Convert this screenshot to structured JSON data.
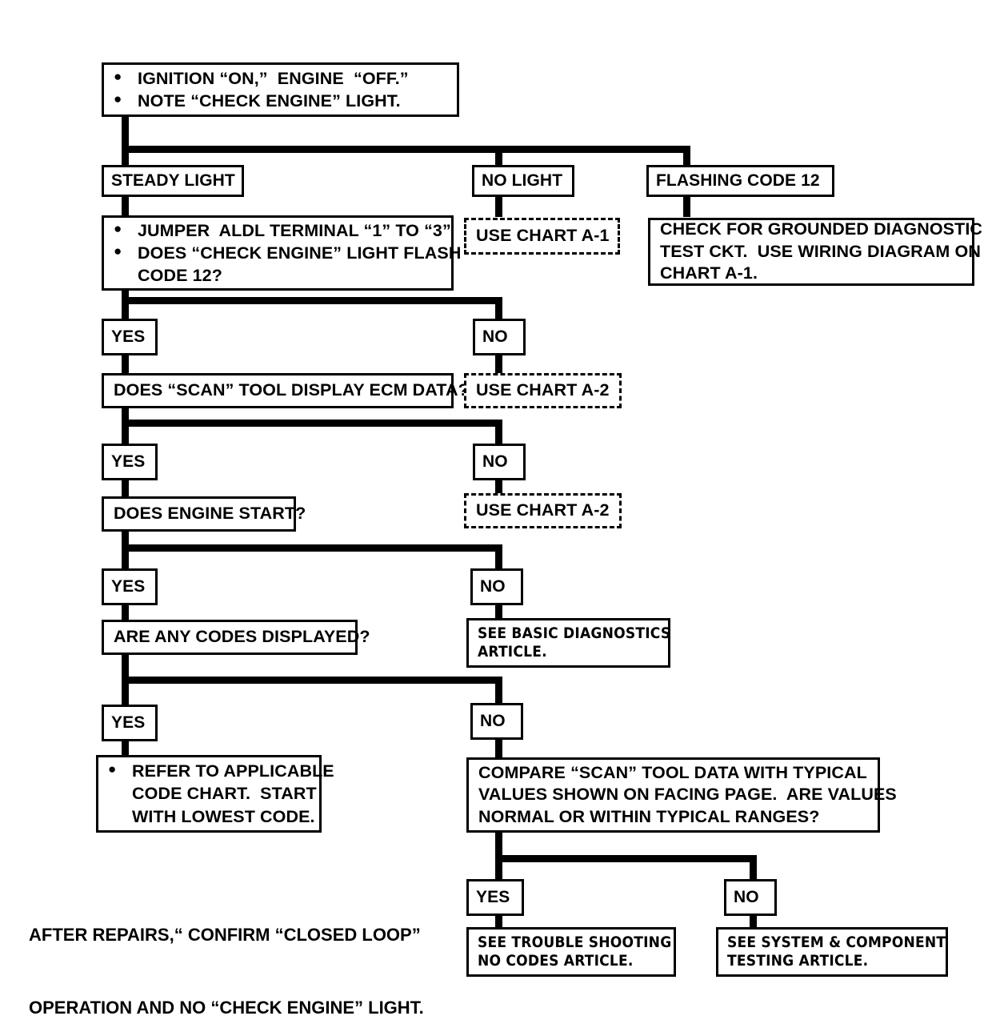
{
  "diagram": {
    "title": "Engine Diagnostic Circuit Check Flow Chart",
    "ink_color": "#000000",
    "background_color": "#ffffff"
  },
  "nodes": {
    "start": {
      "kind": "bulleted-box",
      "bullets": [
        "IGNITION “ON,”  ENGINE  “OFF.”",
        "NOTE “CHECK ENGINE” LIGHT."
      ]
    },
    "steady_light": {
      "kind": "label-box",
      "text": "STEADY LIGHT"
    },
    "no_light": {
      "kind": "label-box",
      "text": "NO LIGHT"
    },
    "flashing_code_12": {
      "kind": "label-box",
      "text": "FLASHING CODE 12"
    },
    "jumper_aldl": {
      "kind": "bulleted-box",
      "bullets": [
        "JUMPER  ALDL TERMINAL “1” TO “3”",
        "DOES “CHECK ENGINE” LIGHT FLASH"
      ],
      "continuation": "CODE 12?"
    },
    "use_chart_a1": {
      "kind": "dashed-box",
      "text": "USE CHART A-1"
    },
    "check_grounded": {
      "kind": "paragraph-box",
      "lines": [
        "CHECK FOR GROUNDED DIAGNOSTIC",
        "TEST CKT.  USE WIRING DIAGRAM ON",
        "CHART A-1."
      ]
    },
    "yes_1": {
      "kind": "label-box",
      "text": "YES"
    },
    "no_1": {
      "kind": "label-box",
      "text": "NO"
    },
    "scan_tool_data": {
      "kind": "paragraph-box",
      "lines": [
        "DOES “SCAN” TOOL DISPLAY ECM DATA?"
      ]
    },
    "use_chart_a2_first": {
      "kind": "dashed-box",
      "text": "USE CHART A-2"
    },
    "yes_2": {
      "kind": "label-box",
      "text": "YES"
    },
    "no_2": {
      "kind": "label-box",
      "text": "NO"
    },
    "engine_start": {
      "kind": "paragraph-box",
      "lines": [
        "DOES ENGINE START?"
      ]
    },
    "use_chart_a2_second": {
      "kind": "dashed-box",
      "text": "USE CHART A-2"
    },
    "yes_3": {
      "kind": "label-box",
      "text": "YES"
    },
    "no_3": {
      "kind": "label-box",
      "text": "NO"
    },
    "codes_displayed": {
      "kind": "paragraph-box",
      "lines": [
        "ARE ANY CODES DISPLAYED?"
      ]
    },
    "basic_diagnostics": {
      "kind": "paragraph-box",
      "lines": [
        "SEE BASIC DIAGNOSTICS",
        "ARTICLE."
      ]
    },
    "yes_4": {
      "kind": "label-box",
      "text": "YES"
    },
    "no_4": {
      "kind": "label-box",
      "text": "NO"
    },
    "refer_code_chart": {
      "kind": "bulleted-box",
      "bullets": [
        "REFER TO APPLICABLE"
      ],
      "continuation_lines": [
        "CODE CHART.  START",
        "WITH LOWEST CODE."
      ]
    },
    "compare_scan": {
      "kind": "paragraph-box",
      "lines": [
        "COMPARE “SCAN” TOOL DATA WITH TYPICAL",
        "VALUES SHOWN ON FACING PAGE.  ARE VALUES",
        "NORMAL OR WITHIN TYPICAL RANGES?"
      ]
    },
    "yes_5": {
      "kind": "label-box",
      "text": "YES"
    },
    "no_5": {
      "kind": "label-box",
      "text": "NO"
    },
    "trouble_shooting": {
      "kind": "paragraph-box",
      "lines": [
        "SEE TROUBLE SHOOTING",
        "NO CODES ARTICLE."
      ]
    },
    "system_component": {
      "kind": "paragraph-box",
      "lines": [
        "SEE SYSTEM & COMPONENT",
        "TESTING ARTICLE."
      ]
    }
  },
  "footer": {
    "lines": [
      "AFTER REPAIRS,“ CONFIRM “CLOSED LOOP”",
      "OPERATION AND NO “CHECK ENGINE” LIGHT."
    ]
  }
}
